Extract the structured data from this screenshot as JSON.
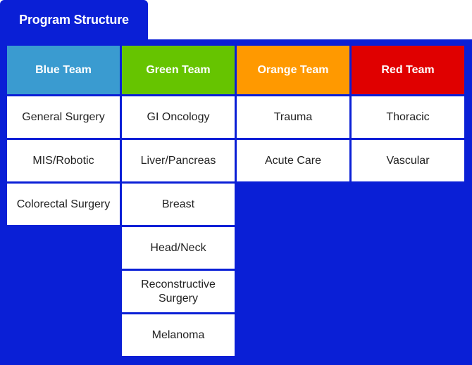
{
  "title": "Program Structure",
  "colors": {
    "background": "#0a1fd6",
    "blue": "#3a9bd0",
    "green": "#66c400",
    "orange": "#ff9900",
    "red": "#e00000"
  },
  "teams": [
    {
      "name": "Blue Team",
      "color": "#3a9bd0",
      "items": [
        "General Surgery",
        "MIS/Robotic",
        "Colorectal Surgery"
      ]
    },
    {
      "name": "Green Team",
      "color": "#66c400",
      "items": [
        "GI Oncology",
        "Liver/Pancreas",
        "Breast",
        "Head/Neck",
        "Reconstructive Surgery",
        "Melanoma"
      ]
    },
    {
      "name": "Orange Team",
      "color": "#ff9900",
      "items": [
        "Trauma",
        "Acute Care"
      ]
    },
    {
      "name": "Red Team",
      "color": "#e00000",
      "items": [
        "Thoracic",
        "Vascular"
      ]
    }
  ]
}
